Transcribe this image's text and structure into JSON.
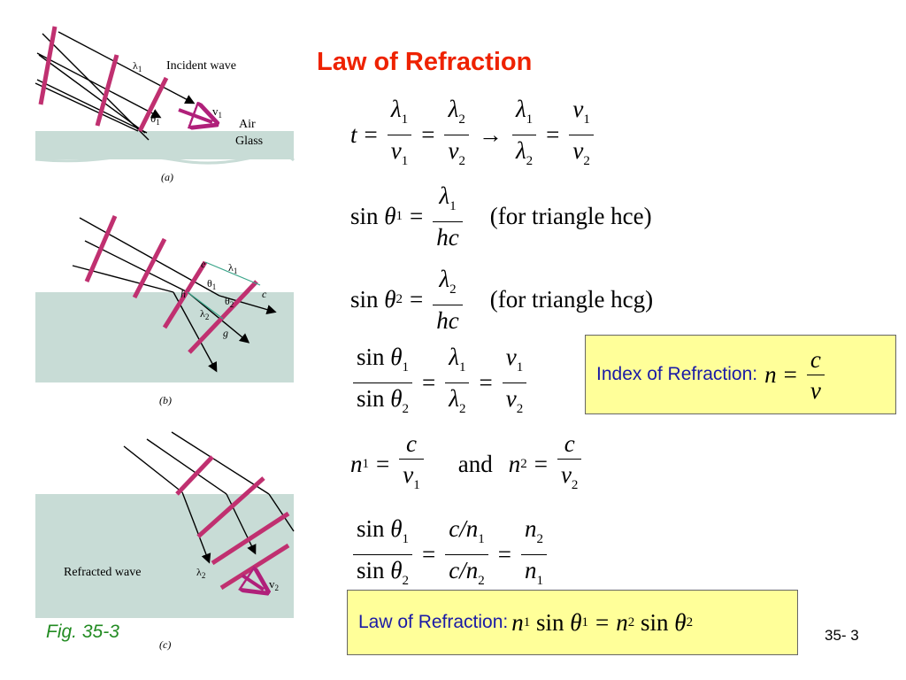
{
  "slide": {
    "title": "Law of Refraction",
    "fig_caption": "Fig. 35-3",
    "page_number": "35- 3"
  },
  "figure": {
    "panel_a": {
      "incident_label": "Incident wave",
      "lambda_label": "λ",
      "lambda_sub": "1",
      "theta_label": "θ",
      "theta_sub": "1",
      "v_label": "v",
      "v_sub": "1",
      "air_label": "Air",
      "glass_label": "Glass",
      "caption": "(a)"
    },
    "panel_b": {
      "e_label": "e",
      "h_label": "h",
      "c_label": "c",
      "g_label": "g",
      "lambda1": "λ",
      "lambda1_sub": "1",
      "lambda2": "λ",
      "lambda2_sub": "2",
      "theta1": "θ",
      "theta1_sub": "1",
      "theta2": "θ",
      "theta2_sub": "2",
      "caption": "(b)"
    },
    "panel_c": {
      "refracted_label": "Refracted wave",
      "lambda_label": "λ",
      "lambda_sub": "2",
      "v_label": "v",
      "v_sub": "2",
      "caption": "(c)"
    }
  },
  "equations": {
    "t": "t",
    "eq": "=",
    "arrow": "→",
    "lambda": "λ",
    "v": "v",
    "sin": "sin",
    "theta": "θ",
    "hc": "hc",
    "n": "n",
    "c": "c",
    "one": "1",
    "two": "2",
    "triangle_hce": "(for triangle hce)",
    "triangle_hcg": "(for triangle hcg)",
    "and": "and",
    "c_over_n": "c/n"
  },
  "index_box": {
    "label": "Index of Refraction:"
  },
  "law_box": {
    "label": "Law of Refraction:"
  }
}
